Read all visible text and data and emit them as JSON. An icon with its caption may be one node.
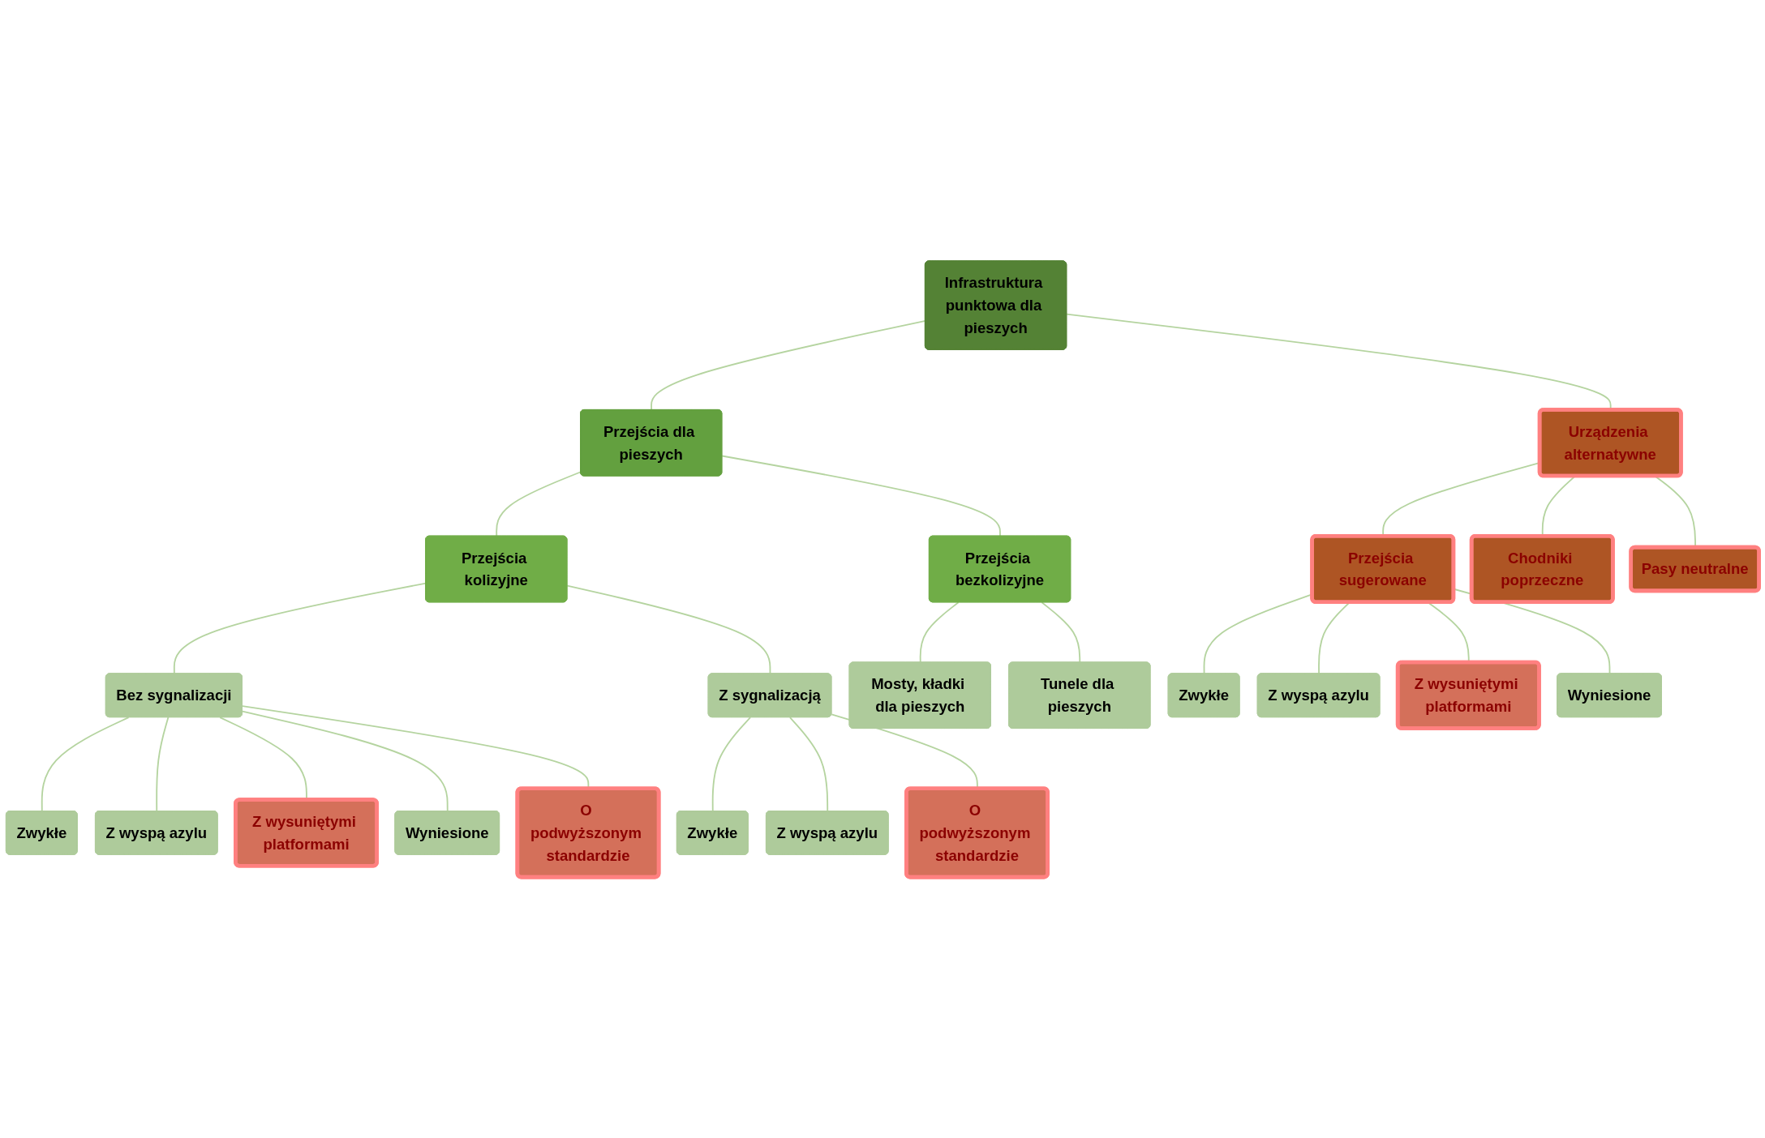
{
  "diagram": {
    "nodes": [
      {
        "text": [
          "Infrastruktura punktowa dla pieszych"
        ]
      },
      {
        "text": [
          "Przejścia dla pieszych"
        ]
      },
      {
        "text": [
          "Urządzenia alternatywne"
        ]
      },
      {
        "text": [
          "Przejścia kolizyjne"
        ]
      },
      {
        "text": [
          "Przejścia bezkolizyjne"
        ]
      },
      {
        "text": [
          "Przejścia sugerowane"
        ]
      },
      {
        "text": [
          "Chodniki poprzeczne"
        ]
      },
      {
        "text": [
          "Pasy neutralne"
        ]
      },
      {
        "text": [
          "Bez sygnalizacji"
        ]
      },
      {
        "text": [
          "Z sygnalizacją"
        ]
      },
      {
        "text": [
          "Mosty, kładki dla pieszych"
        ]
      },
      {
        "text": [
          "Tunele dla pieszych"
        ]
      },
      {
        "text": [
          "Zwykłe"
        ]
      },
      {
        "text": [
          "Z wyspą azylu"
        ]
      },
      {
        "text": [
          "Z wysuniętymi platformami"
        ]
      },
      {
        "text": [
          "Wyniesione"
        ]
      },
      {
        "text": [
          "O podwyższonym standardzie"
        ]
      },
      {
        "text": [
          "Zwykłe"
        ]
      },
      {
        "text": [
          "Z wyspą azylu"
        ]
      },
      {
        "text": [
          "O podwyższonym standardzie"
        ]
      },
      {
        "text": [
          "Zwykłe"
        ]
      },
      {
        "text": [
          "Z wyspą azylu"
        ]
      },
      {
        "text": [
          "Z wysuniętymi platformami"
        ]
      },
      {
        "text": [
          "Wyniesione"
        ]
      }
    ],
    "edges": [
      {
        "from": 0,
        "to": 1,
        "arrow": "none"
      },
      {
        "from": 0,
        "to": 2,
        "arrow": "none"
      },
      {
        "from": 1,
        "to": 3,
        "arrow": "none"
      },
      {
        "from": 1,
        "to": 4,
        "arrow": "none"
      },
      {
        "from": 2,
        "to": 5,
        "arrow": "none"
      },
      {
        "from": 2,
        "to": 6,
        "arrow": "none"
      },
      {
        "from": 2,
        "to": 7,
        "arrow": "none"
      },
      {
        "from": 3,
        "to": 8,
        "arrow": "none"
      },
      {
        "from": 3,
        "to": 9,
        "arrow": "none"
      },
      {
        "from": 4,
        "to": 10,
        "arrow": "none"
      },
      {
        "from": 4,
        "to": 11,
        "arrow": "none"
      },
      {
        "from": 8,
        "to": 12,
        "arrow": "none"
      },
      {
        "from": 8,
        "to": 13,
        "arrow": "none"
      },
      {
        "from": 8,
        "to": 14,
        "arrow": "none"
      },
      {
        "from": 8,
        "to": 15,
        "arrow": "none"
      },
      {
        "from": 8,
        "to": 16,
        "arrow": "none"
      },
      {
        "from": 9,
        "to": 17,
        "arrow": "none"
      },
      {
        "from": 9,
        "to": 18,
        "arrow": "none"
      },
      {
        "from": 9,
        "to": 19,
        "arrow": "none"
      },
      {
        "from": 5,
        "to": 20,
        "arrow": "none"
      },
      {
        "from": 5,
        "to": 21,
        "arrow": "none"
      },
      {
        "from": 5,
        "to": 22,
        "arrow": "none"
      },
      {
        "from": 5,
        "to": 23,
        "arrow": "none"
      }
    ]
  }
}
